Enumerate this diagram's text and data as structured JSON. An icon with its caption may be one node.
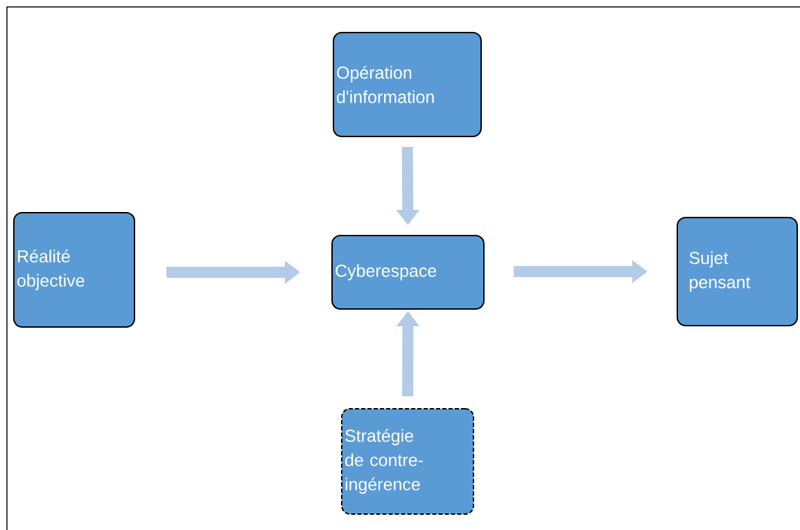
{
  "diagram": {
    "nodes": [
      {
        "text": [
          "Opération d'information"
        ]
      },
      {
        "text": [
          "Réalité objective"
        ]
      },
      {
        "text": [
          "Cyberespace"
        ]
      },
      {
        "text": [
          "Sujet pensant"
        ]
      },
      {
        "text": [
          "Stratégie de contre-ingérence"
        ]
      }
    ],
    "edges": [
      {
        "from": 0,
        "to": 2,
        "arrow": "to"
      },
      {
        "from": 1,
        "to": 2,
        "arrow": "to"
      },
      {
        "from": 2,
        "to": 3,
        "arrow": "to"
      },
      {
        "from": 4,
        "to": 2,
        "arrow": "to"
      }
    ]
  }
}
